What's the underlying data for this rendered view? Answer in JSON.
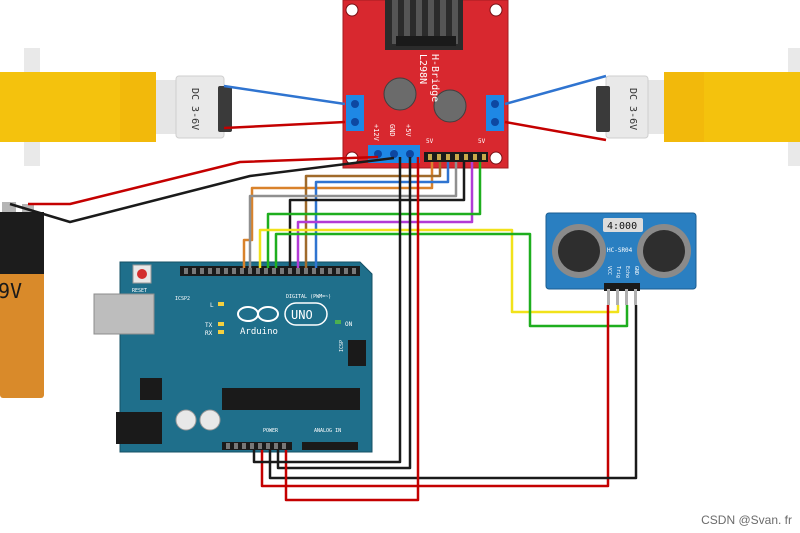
{
  "motor_left": {
    "label": "DC 3-6V"
  },
  "motor_right": {
    "label": "DC 3-6V"
  },
  "driver": {
    "title": "L298N",
    "subtitle": "H-Bridge",
    "pin_12v": "+12V",
    "pin_gnd": "GND",
    "pin_5v": "+5V",
    "pin_5v_small": "5V",
    "pin_5v_small2": "5V"
  },
  "battery": {
    "label": "9V"
  },
  "arduino": {
    "brand": "Arduino",
    "model": "UNO",
    "on_label": "ON",
    "reset_label": "RESET",
    "icsp2_label": "ICSP2",
    "icsp_label": "ICSP",
    "digital_label": "DIGITAL (PWM=~)",
    "power_label": "POWER",
    "analog_label": "ANALOG IN",
    "led_l": "L",
    "led_tx": "TX",
    "led_rx": "RX"
  },
  "sensor": {
    "model": "HC-SR04",
    "display": "4:000",
    "pin_vcc": "VCC",
    "pin_trig": "Trig",
    "pin_echo": "Echo",
    "pin_gnd": "GND"
  },
  "watermark": {
    "text": "CSDN @Svan. fr"
  },
  "colors": {
    "motor_yellow": "#f4c20d",
    "driver_red": "#d8282f",
    "arduino_teal": "#1f6f8b",
    "sensor_blue": "#2a7fc1",
    "wire_red": "#c40000",
    "wire_black": "#1a1a1a",
    "wire_blue": "#2f74d0",
    "wire_yellow": "#f1e21a",
    "wire_green": "#1eae1e",
    "wire_orange": "#d9822b",
    "wire_brown": "#a06a2a",
    "wire_purple": "#b23bd6",
    "wire_grey": "#8f8f8f"
  }
}
